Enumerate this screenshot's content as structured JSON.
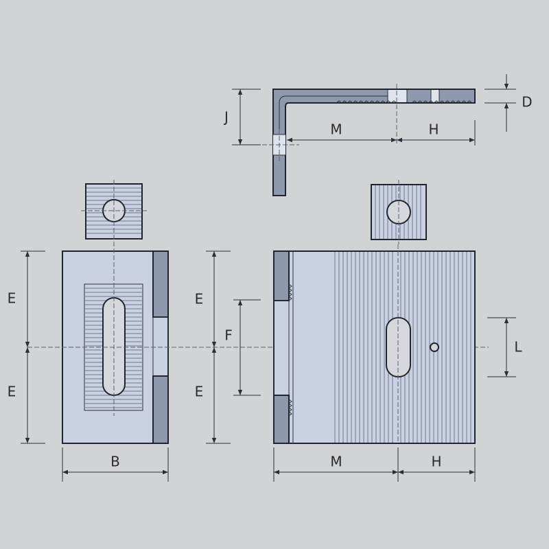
{
  "drawing": {
    "labels": {
      "D": "D",
      "J": "J",
      "M_top": "M",
      "H_top": "H",
      "E_left_upper": "E",
      "E_left_lower": "E",
      "E_mid_upper": "E",
      "E_mid_lower": "E",
      "F": "F",
      "L": "L",
      "B": "B",
      "M_bottom": "M",
      "H_bottom": "H"
    },
    "colors": {
      "background": "#d2d3d5",
      "part_fill": "#c9d1e3",
      "part_shade": "#8f99ad",
      "slot_fill": "#d6d7db",
      "outline": "#1f2530"
    }
  }
}
